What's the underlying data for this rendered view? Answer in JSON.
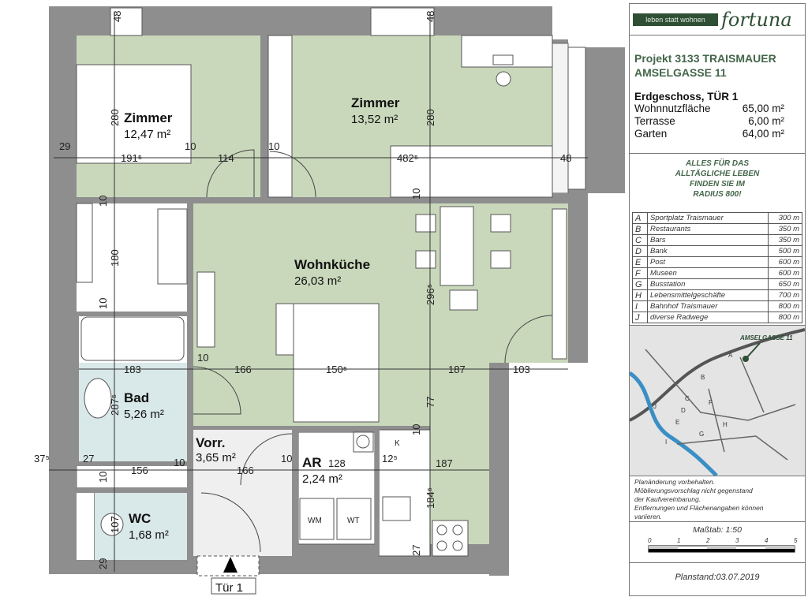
{
  "rooms": {
    "zimmer1": {
      "name": "Zimmer",
      "area": "12,47 m²"
    },
    "zimmer2": {
      "name": "Zimmer",
      "area": "13,52 m²"
    },
    "wohnkueche": {
      "name": "Wohnküche",
      "area": "26,03 m²"
    },
    "bad": {
      "name": "Bad",
      "area": "5,26 m²"
    },
    "vorr": {
      "name": "Vorr.",
      "area": "3,65 m²"
    },
    "ar": {
      "name": "AR",
      "area": "2,24 m²"
    },
    "wc": {
      "name": "WC",
      "area": "1,68 m²"
    }
  },
  "fixtures": {
    "wm": "WM",
    "wt": "WT",
    "k": "K"
  },
  "entrance": "Tür 1",
  "dims": [
    "48",
    "48",
    "280",
    "280",
    "29",
    "191⁵",
    "10",
    "114",
    "10",
    "482⁵",
    "48",
    "10",
    "180",
    "10",
    "10",
    "296⁵",
    "10",
    "183",
    "166",
    "150⁵",
    "187",
    "103",
    "287⁵",
    "77",
    "10",
    "37⁵",
    "27",
    "10",
    "156",
    "166",
    "10",
    "128",
    "12⁵",
    "187",
    "10",
    "184⁵",
    "107",
    "27",
    "29"
  ],
  "colors": {
    "living": "#c9d8bb",
    "wet": "#d9e8e8",
    "hall": "#efefef",
    "wall": "#8e8e8e",
    "brand": "#2f4f35"
  },
  "panel": {
    "logo_tagline": "leben statt wohnen",
    "logo_brand": "fortuna",
    "project_line1": "Projekt 3133 TRAISMAUER",
    "project_line2": "AMSELGASSE 11",
    "unit": "Erdgeschoss, TÜR 1",
    "areas": [
      {
        "label": "Wohnnutzfläche",
        "value": "65,00 m²"
      },
      {
        "label": "Terrasse",
        "value": "6,00 m²"
      },
      {
        "label": "Garten",
        "value": "64,00 m²"
      }
    ],
    "slogan": [
      "ALLES FÜR DAS",
      "ALLTÄGLICHE LEBEN",
      "FINDEN SIE IM",
      "RADIUS 800!"
    ],
    "amenities": [
      {
        "key": "A",
        "name": "Sportplatz Traismauer",
        "dist": "300 m"
      },
      {
        "key": "B",
        "name": "Restaurants",
        "dist": "350 m"
      },
      {
        "key": "C",
        "name": "Bars",
        "dist": "350 m"
      },
      {
        "key": "D",
        "name": "Bank",
        "dist": "500 m"
      },
      {
        "key": "E",
        "name": "Post",
        "dist": "600 m"
      },
      {
        "key": "F",
        "name": "Museen",
        "dist": "600 m"
      },
      {
        "key": "G",
        "name": "Busstation",
        "dist": "650 m"
      },
      {
        "key": "H",
        "name": "Lebensmittelgeschäfte",
        "dist": "700 m"
      },
      {
        "key": "I",
        "name": "Bahnhof Traismauer",
        "dist": "800 m"
      },
      {
        "key": "J",
        "name": "diverse Radwege",
        "dist": "800 m"
      }
    ],
    "map_label": "AMSELGASSE 11",
    "map_letters": [
      "A",
      "B",
      "C",
      "D",
      "E",
      "F",
      "G",
      "H",
      "I",
      "J"
    ],
    "notes": [
      "Planänderung vorbehalten.",
      "Möblierungsvorschlag nicht gegenstand",
      "der Kaufvereinbarung.",
      "Entfernungen und Flächenangaben können",
      "variieren."
    ],
    "scale_label": "Maßtab:  1:50",
    "scale_ticks": [
      "0",
      "1",
      "2",
      "3",
      "4",
      "5"
    ],
    "planstand": "Planstand:03.07.2019"
  }
}
